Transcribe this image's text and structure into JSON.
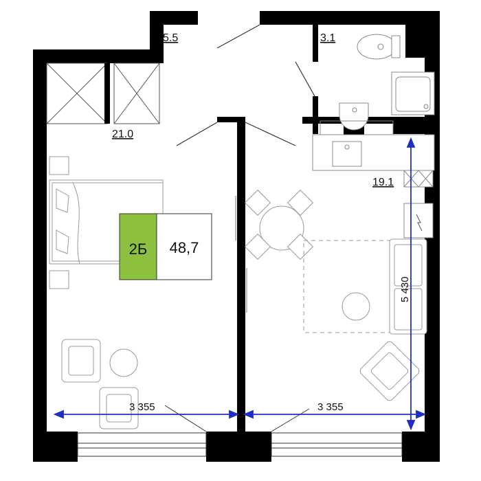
{
  "rooms": {
    "hall": "5.5",
    "bathroom": "3.1",
    "bedroom": "21.0",
    "kitchen_living": "19.1"
  },
  "apartment": {
    "type": "2Б",
    "total_area": "48,7"
  },
  "dimensions": {
    "bedroom_width": "3 355",
    "living_width": "3 355",
    "living_depth": "5 430"
  },
  "colors": {
    "wall": "#000000",
    "badge": "#8dc03f",
    "dimension": "#1f2fbf",
    "furniture": "#9a9a9a"
  }
}
